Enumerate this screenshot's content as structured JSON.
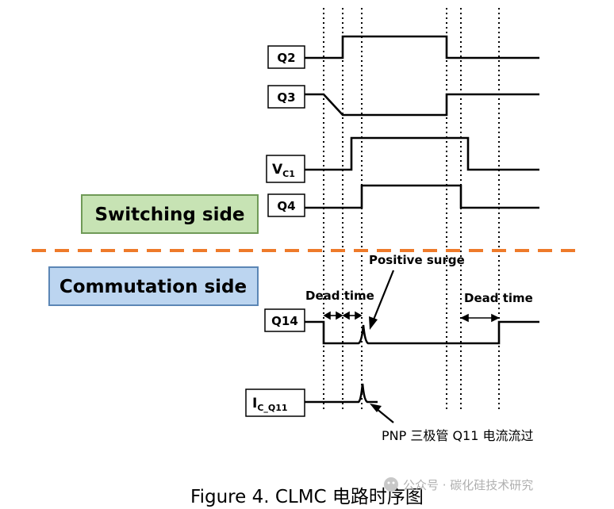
{
  "sections": {
    "switching": "Switching side",
    "commutation": "Commutation side"
  },
  "signals": [
    {
      "id": "q2",
      "label": "Q2"
    },
    {
      "id": "q3",
      "label": "Q3"
    },
    {
      "id": "vc1",
      "label": "V",
      "sub": "C1"
    },
    {
      "id": "q4",
      "label": "Q4"
    },
    {
      "id": "q14",
      "label": "Q14"
    },
    {
      "id": "ic_q11",
      "label": "I",
      "sub": "C_Q11"
    }
  ],
  "annotations": {
    "dead_time_left": "Dead time",
    "dead_time_right": "Dead time",
    "positive_surge": "Positive surge",
    "pnp_note": "PNP 三极管 Q11 电流流过"
  },
  "caption": "Figure 4. CLMC 电路时序图",
  "watermark": "公众号 · 碳化硅技术研究",
  "colors": {
    "switching_fill": "#c7e3b4",
    "switching_stroke": "#6f9a57",
    "commutation_fill": "#bcd5f0",
    "commutation_stroke": "#5b86b5",
    "divider": "#ee7a2a"
  }
}
